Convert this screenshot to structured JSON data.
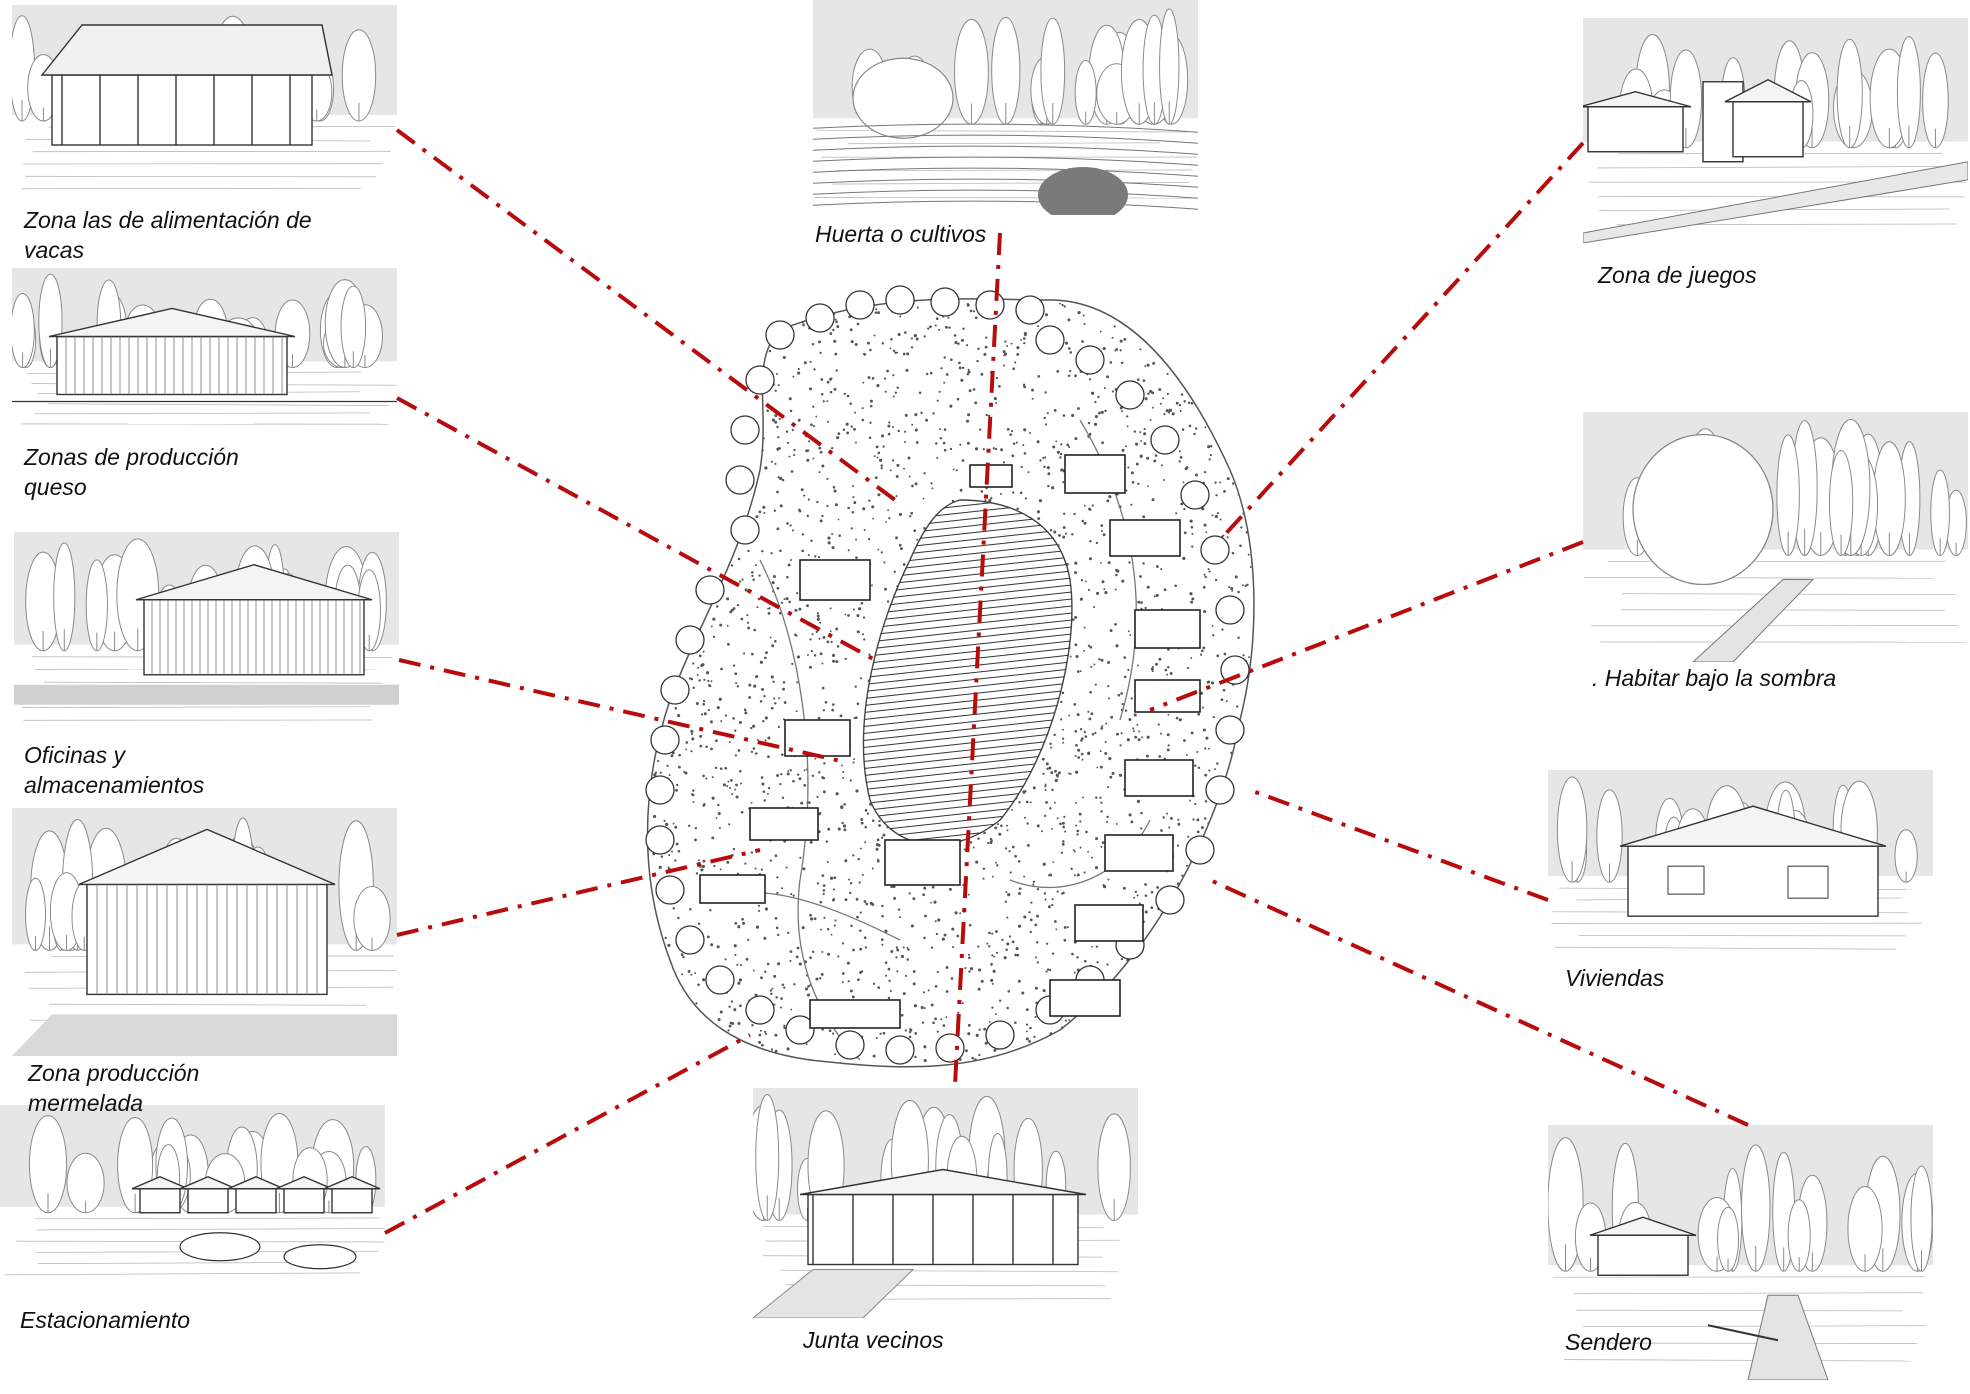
{
  "diagram": {
    "leader_color": "#b80c0c",
    "sketch_sky_color": "#e6e6e6",
    "line_color": "#333333"
  },
  "zones": [
    {
      "id": "vacas",
      "lines": [
        "Zona  las de alimentación de",
        "vacas"
      ],
      "icon": "barn-shed-sketch-icon"
    },
    {
      "id": "queso",
      "lines": [
        "Zonas de producción",
        "queso"
      ],
      "icon": "cheese-house-sketch-icon"
    },
    {
      "id": "oficinas",
      "lines": [
        "Oficinas y",
        "almacenamientos"
      ],
      "icon": "office-building-sketch-icon"
    },
    {
      "id": "mermelada",
      "lines": [
        "Zona producción",
        "mermelada"
      ],
      "icon": "jam-factory-sketch-icon"
    },
    {
      "id": "estacionamiento",
      "lines": [
        "Estacionamiento"
      ],
      "icon": "parking-sketch-icon"
    },
    {
      "id": "huerta",
      "lines": [
        "Huerta o cultivos"
      ],
      "icon": "garden-sketch-icon"
    },
    {
      "id": "junta",
      "lines": [
        "Junta vecinos"
      ],
      "icon": "community-hall-sketch-icon"
    },
    {
      "id": "juegos",
      "lines": [
        "Zona de juegos"
      ],
      "icon": "playground-sketch-icon"
    },
    {
      "id": "sombra",
      "lines": [
        ". Habitar bajo la sombra"
      ],
      "icon": "shade-tree-sketch-icon"
    },
    {
      "id": "viviendas",
      "lines": [
        "Viviendas"
      ],
      "icon": "housing-sketch-icon"
    },
    {
      "id": "sendero",
      "lines": [
        "Sendero"
      ],
      "icon": "trail-sketch-icon"
    }
  ]
}
